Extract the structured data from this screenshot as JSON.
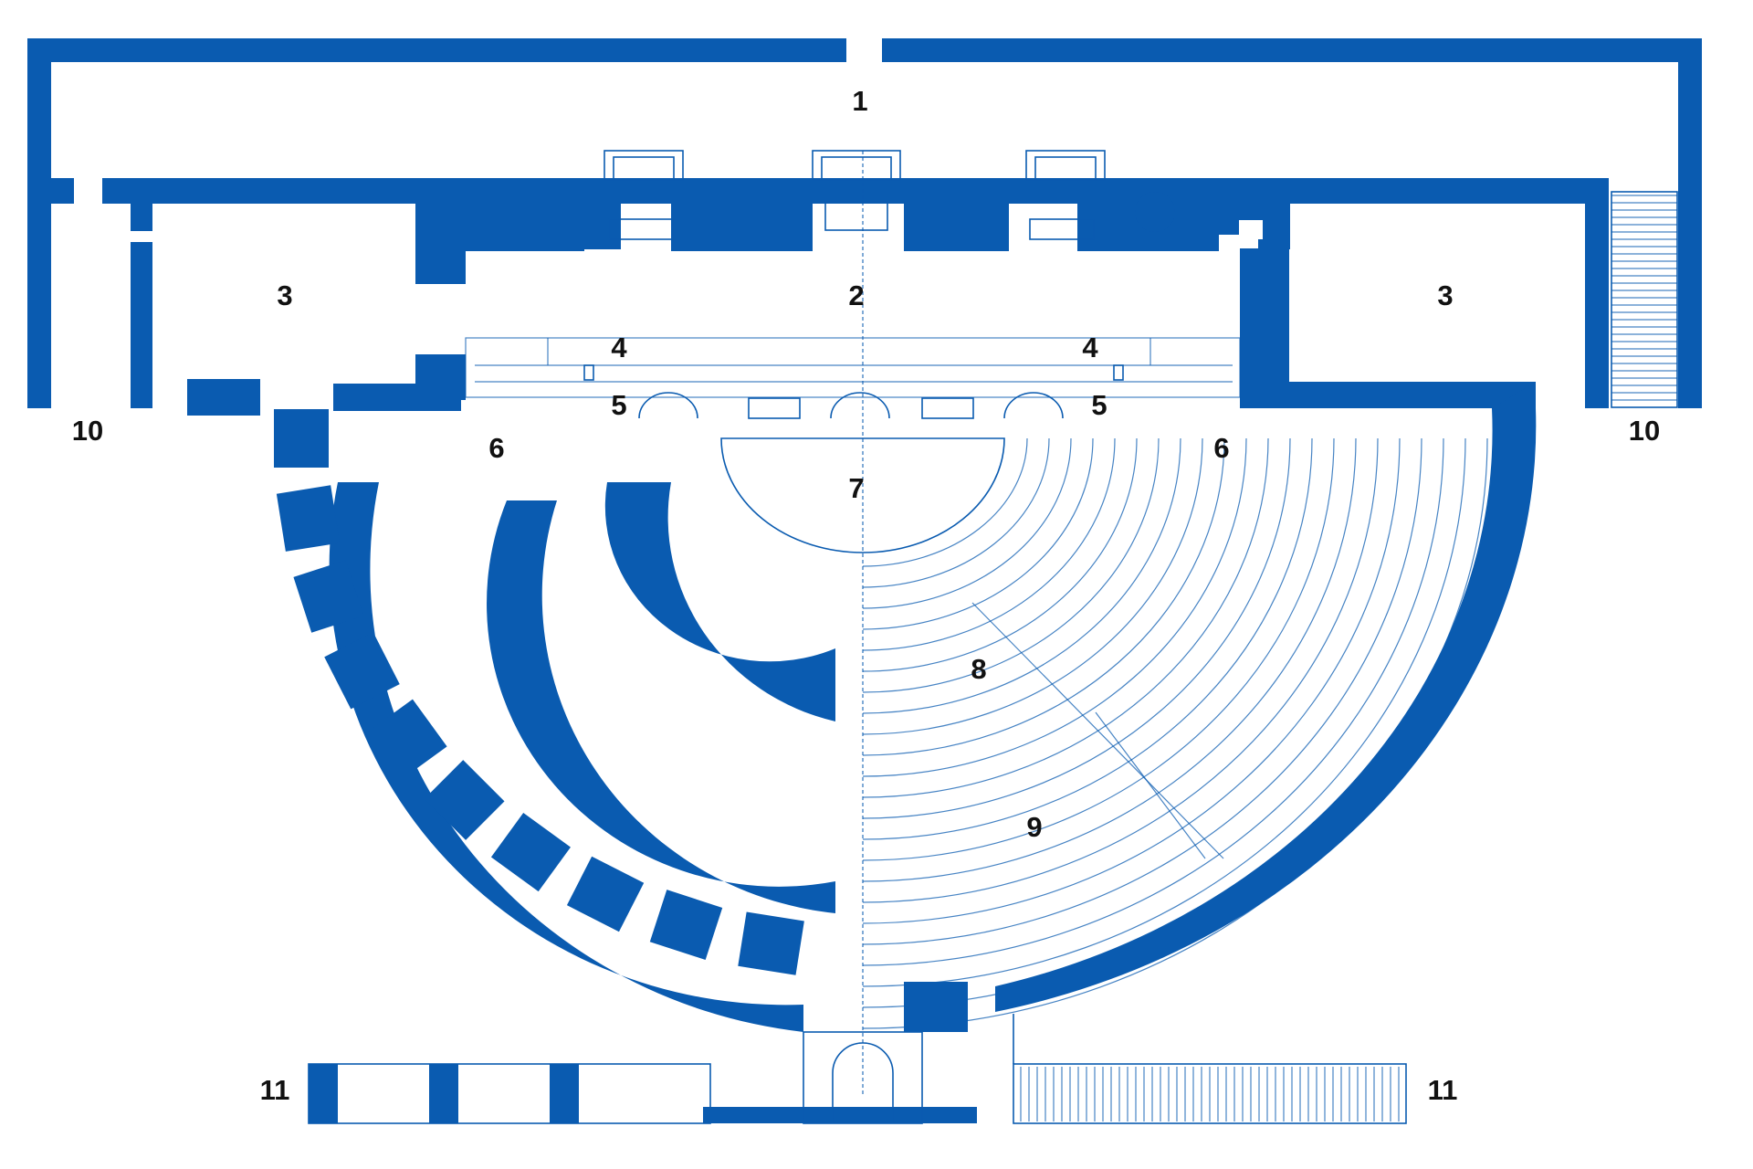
{
  "diagram": {
    "colors": {
      "wall": "#0a5bb0",
      "background": "#ffffff",
      "label": "#111111"
    },
    "labels": [
      {
        "id": "l1",
        "text": "1"
      },
      {
        "id": "l2",
        "text": "2"
      },
      {
        "id": "l3a",
        "text": "3"
      },
      {
        "id": "l3b",
        "text": "3"
      },
      {
        "id": "l4a",
        "text": "4"
      },
      {
        "id": "l4b",
        "text": "4"
      },
      {
        "id": "l5a",
        "text": "5"
      },
      {
        "id": "l5b",
        "text": "5"
      },
      {
        "id": "l6a",
        "text": "6"
      },
      {
        "id": "l6b",
        "text": "6"
      },
      {
        "id": "l7",
        "text": "7"
      },
      {
        "id": "l8",
        "text": "8"
      },
      {
        "id": "l9",
        "text": "9"
      },
      {
        "id": "l10a",
        "text": "10"
      },
      {
        "id": "l10b",
        "text": "10"
      },
      {
        "id": "l11a",
        "text": "11"
      },
      {
        "id": "l11b",
        "text": "11"
      }
    ]
  }
}
